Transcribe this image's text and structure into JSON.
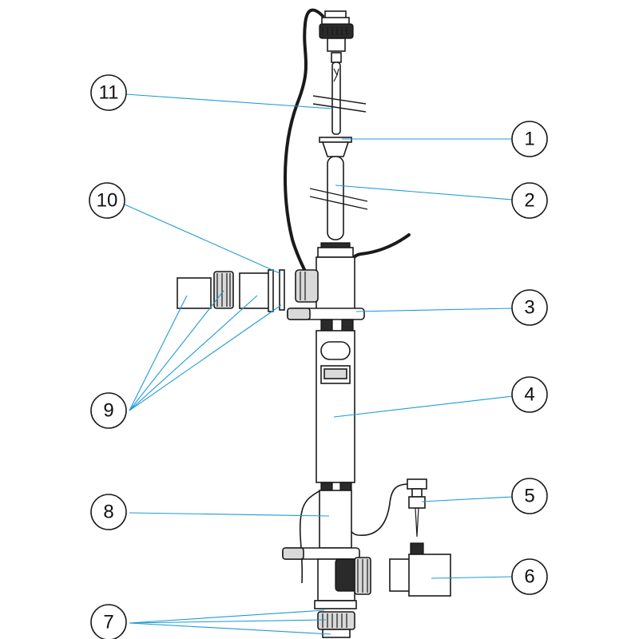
{
  "callouts": [
    {
      "label": "1"
    },
    {
      "label": "2"
    },
    {
      "label": "3"
    },
    {
      "label": "4"
    },
    {
      "label": "5"
    },
    {
      "label": "6"
    },
    {
      "label": "7"
    },
    {
      "label": "8"
    },
    {
      "label": "9"
    },
    {
      "label": "10"
    },
    {
      "label": "11"
    }
  ],
  "colors": {
    "leader": "#1e9bd7",
    "outline": "#1a1a1a",
    "fill_grey": "#d9d9d9"
  }
}
